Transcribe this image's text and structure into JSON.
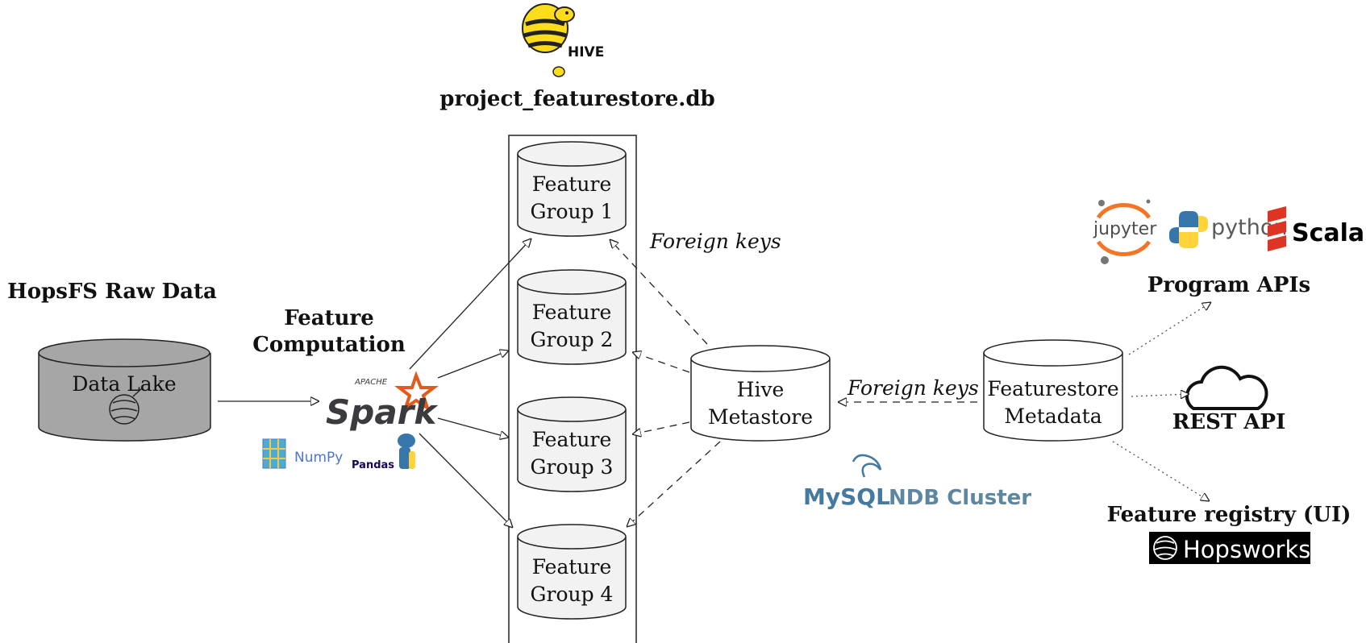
{
  "hive": {
    "db_name": "project_featurestore.db",
    "logo_text": "HIVE"
  },
  "raw_data": {
    "title": "HopsFS Raw Data",
    "store_label": "Data Lake"
  },
  "computation": {
    "title_line1": "Feature",
    "title_line2": "Computation",
    "spark_small": "APACHE",
    "spark_logo": "Spark",
    "numpy_logo": "NumPy",
    "pandas_logo": "Pandas"
  },
  "feature_groups": [
    {
      "line1": "Feature",
      "line2": "Group 1"
    },
    {
      "line1": "Feature",
      "line2": "Group 2"
    },
    {
      "line1": "Feature",
      "line2": "Group 3"
    },
    {
      "line1": "Feature",
      "line2": "Group 4"
    }
  ],
  "metastore": {
    "line1": "Hive",
    "line2": "Metastore"
  },
  "fk_label_top": "Foreign keys",
  "fk_label_mid": "Foreign keys",
  "mysql": {
    "logo_mysql": "MySQL",
    "logo_cluster": "NDB Cluster"
  },
  "fs_metadata": {
    "line1": "Featurestore",
    "line2": "Metadata"
  },
  "apis": {
    "title": "Program APIs",
    "jupyter_logo": "jupyter",
    "python_logo": "python",
    "scala_logo": "Scala"
  },
  "rest": {
    "title": "REST API"
  },
  "registry": {
    "title": "Feature registry (UI)",
    "hopsworks_logo": "Hopsworks"
  },
  "colors": {
    "data_lake_fill": "#a6a6a6",
    "cylinder_fill": "#f2f2f2",
    "spark_orange": "#e25a1c",
    "mysql_blue": "#4479a1",
    "hive_yellow": "#fddc1c"
  }
}
